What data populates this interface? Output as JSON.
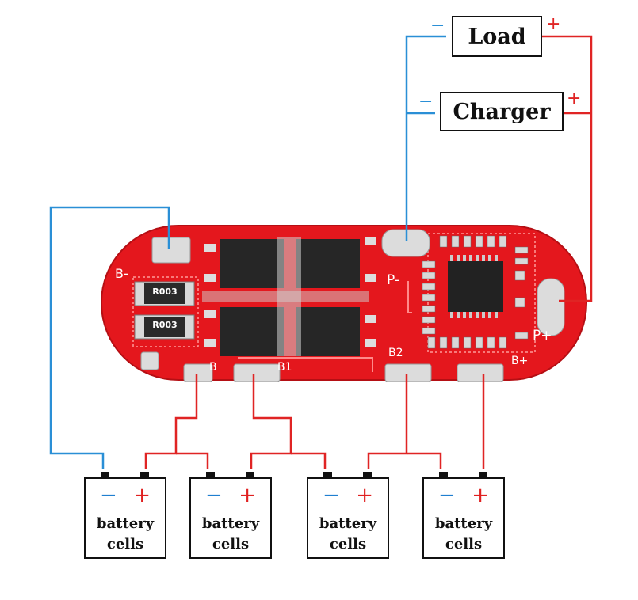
{
  "load": {
    "label": "Load",
    "minus": "−",
    "plus": "+"
  },
  "charger": {
    "label": "Charger",
    "minus": "−",
    "plus": "+"
  },
  "board": {
    "resistors": [
      "R003",
      "R003"
    ],
    "pads": {
      "b_minus": "B-",
      "b": "B",
      "b1": "B1",
      "b2": "B2",
      "b_plus": "B+",
      "p_minus": "P-",
      "p_plus": "P+"
    }
  },
  "batteries": [
    {
      "line1": "battery",
      "line2": "cells",
      "minus": "−",
      "plus": "+"
    },
    {
      "line1": "battery",
      "line2": "cells",
      "minus": "−",
      "plus": "+"
    },
    {
      "line1": "battery",
      "line2": "cells",
      "minus": "−",
      "plus": "+"
    },
    {
      "line1": "battery",
      "line2": "cells",
      "minus": "−",
      "plus": "+"
    }
  ],
  "colors": {
    "negative_wire": "#2a8fd6",
    "positive_wire": "#e02424",
    "board": "#e8161c"
  }
}
